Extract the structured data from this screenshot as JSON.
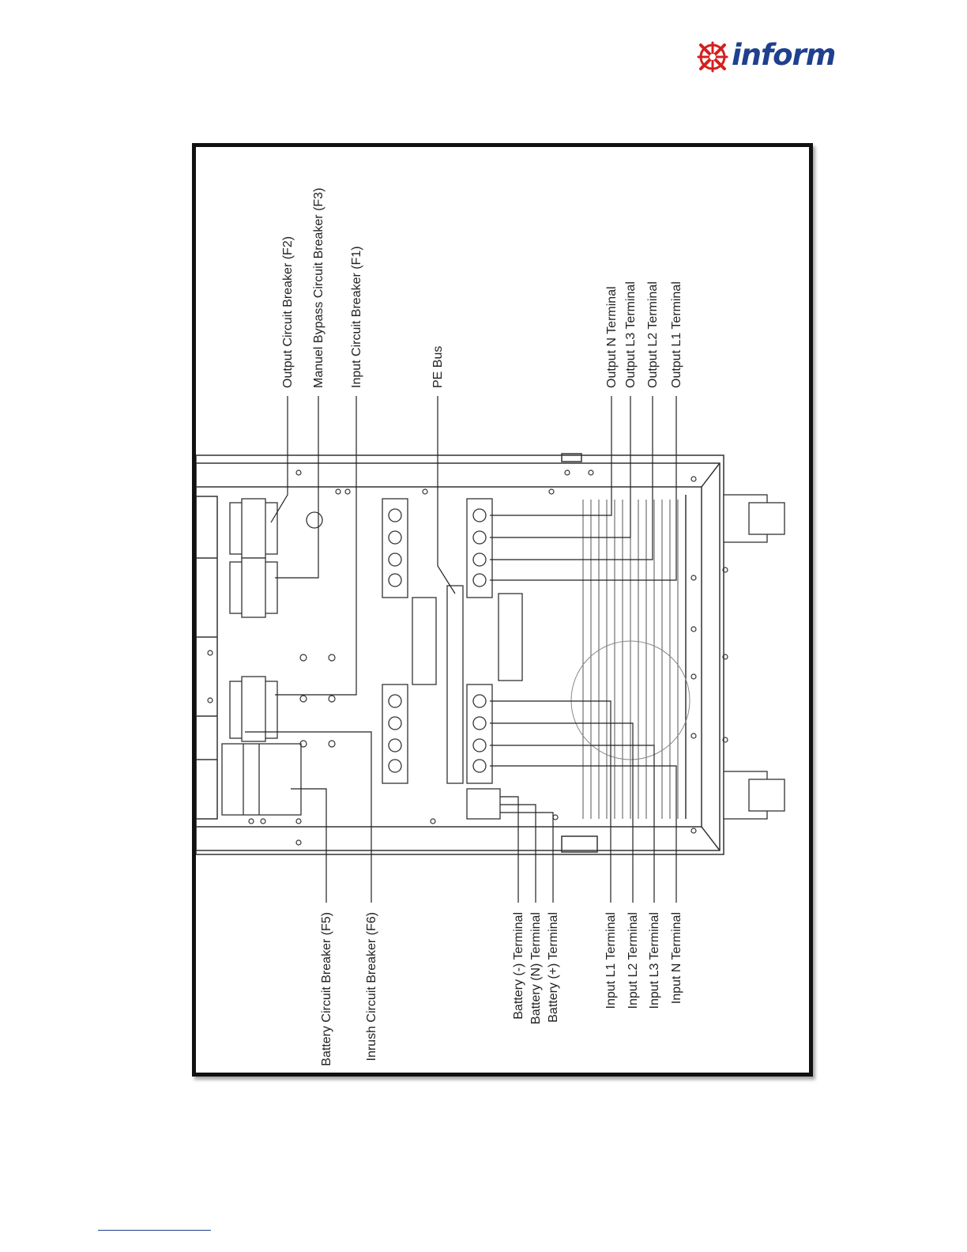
{
  "header": {
    "logo_text": "inform",
    "brand_blue": "#1f3f8f",
    "brand_red": "#d42020"
  },
  "diagram": {
    "labels_top": {
      "f2": "Output Circuit Breaker (F2)",
      "f3": "Manuel Bypass Circuit Breaker (F3)",
      "f1": "Input Circuit Breaker (F1)",
      "pe": "PE Bus",
      "out_n": "Output N Terminal",
      "out_l3": "Output L3 Terminal",
      "out_l2": "Output L2 Terminal",
      "out_l1": "Output L1 Terminal"
    },
    "labels_bottom": {
      "f5": "Battery Circuit Breaker (F5)",
      "f6": "Inrush Circuit Breaker (F6)",
      "bat_neg": "Battery (-) Terminal",
      "bat_n": "Battery (N) Terminal",
      "bat_pos": "Battery (+) Terminal",
      "in_l1": "Input L1 Terminal",
      "in_l2": "Input L2 Terminal",
      "in_l3": "Input L3 Terminal",
      "in_n": "Input N Terminal"
    }
  }
}
